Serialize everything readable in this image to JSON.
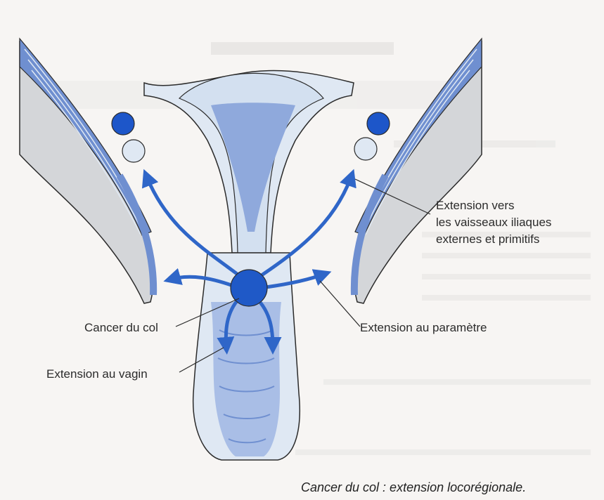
{
  "labels": {
    "vessels_line1": "Extension vers",
    "vessels_line2": "les vaisseaux iliaques",
    "vessels_line3": "externes et primitifs",
    "cervix_cancer": "Cancer du col",
    "parametrium": "Extension au paramètre",
    "vagina": "Extension au vagin"
  },
  "caption": "Cancer du col : extension locorégionale.",
  "colors": {
    "tissue_fill": "#dfe8f3",
    "pelvis_fill": "#d4d6d9",
    "muscle_blue": "#6f8fd0",
    "vessel_dark": "#1d56c9",
    "arrow_blue": "#2f66c8",
    "tumor_blue": "#1f59c7",
    "outline": "#2b2b2b"
  }
}
